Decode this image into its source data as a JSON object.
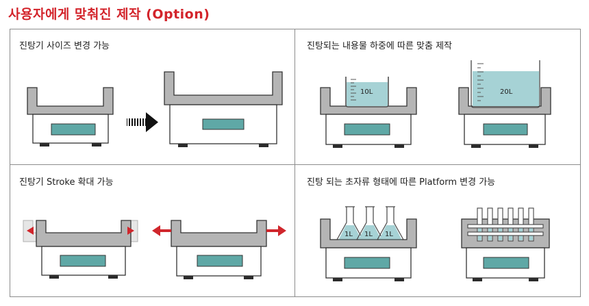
{
  "title": "사용자에게 맞춰진 제작 (Option)",
  "panels": [
    {
      "label": "진탕기 사이즈 변경 가능"
    },
    {
      "label": "진탕되는 내용물 하중에 따른 맞춤 제작",
      "vessels": [
        "10L",
        "20L"
      ]
    },
    {
      "label": "진탕기 Stroke 확대 가능"
    },
    {
      "label": "진탕 되는 초자류 형태에 따른 Platform 변경 가능",
      "flasks": [
        "1L",
        "1L",
        "1L"
      ]
    }
  ],
  "colors": {
    "title_red": "#d3242b",
    "platform_gray": "#b5b5b5",
    "body_white": "#ffffff",
    "panel_teal": "#5fa8a6",
    "liquid_teal": "#a6d2d5",
    "arrow_red": "#d0262c",
    "base_dark": "#2b2b2b"
  }
}
